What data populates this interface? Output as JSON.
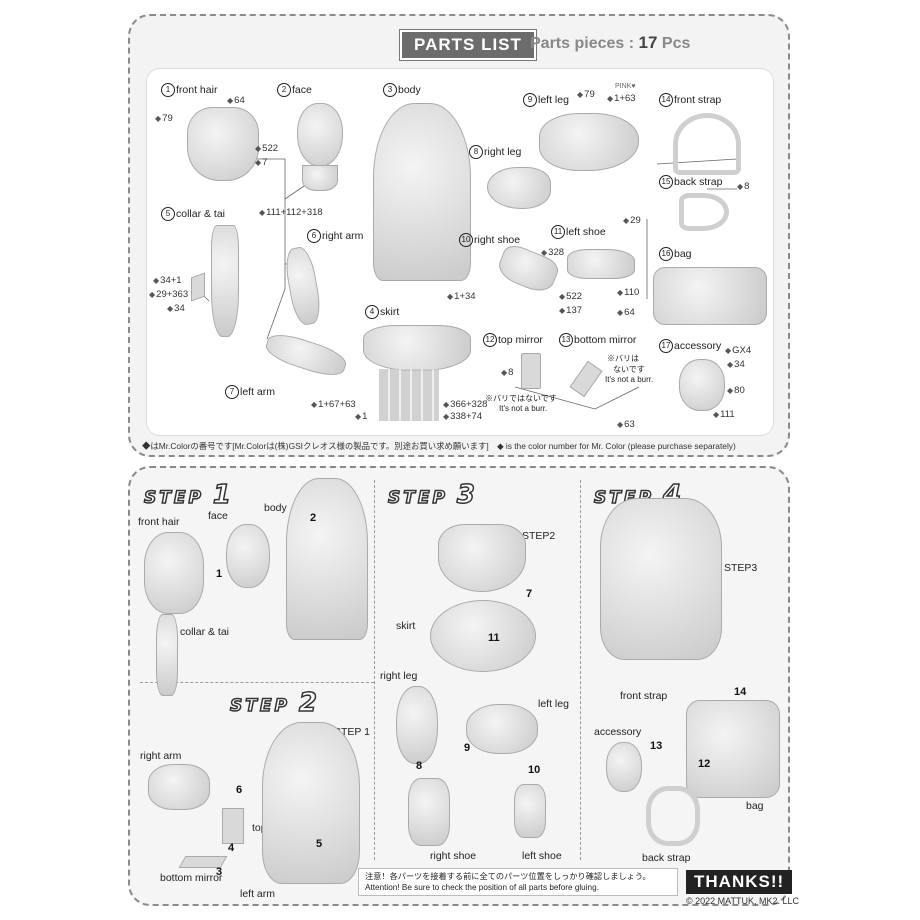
{
  "header": {
    "title": "PARTS LIST",
    "pieces_label": "Parts pieces :",
    "pieces_count": "17",
    "pieces_unit": "Pcs"
  },
  "parts": [
    {
      "no": "1",
      "name": "front hair"
    },
    {
      "no": "2",
      "name": "face"
    },
    {
      "no": "3",
      "name": "body"
    },
    {
      "no": "4",
      "name": "skirt"
    },
    {
      "no": "5",
      "name": "collar & tai"
    },
    {
      "no": "6",
      "name": "right arm"
    },
    {
      "no": "7",
      "name": "left arm"
    },
    {
      "no": "8",
      "name": "right leg"
    },
    {
      "no": "9",
      "name": "left leg"
    },
    {
      "no": "10",
      "name": "right shoe"
    },
    {
      "no": "11",
      "name": "left shoe"
    },
    {
      "no": "12",
      "name": "top mirror"
    },
    {
      "no": "13",
      "name": "bottom mirror"
    },
    {
      "no": "14",
      "name": "front strap"
    },
    {
      "no": "15",
      "name": "back strap"
    },
    {
      "no": "16",
      "name": "bag"
    },
    {
      "no": "17",
      "name": "accessory"
    }
  ],
  "color_codes": {
    "c64a": "64",
    "c79a": "79",
    "c522a": "522",
    "c7": "7",
    "c111_112_318": "111+112+318",
    "c34_1": "34+1",
    "c29_363": "29+363",
    "c34": "34",
    "c1_34": "1+34",
    "c1_67_63": "1+67+63",
    "c1": "1",
    "c366_328": "366+328",
    "c338_74": "338+74",
    "c79b": "79",
    "pink": "PINK♥",
    "c1_63": "1+63",
    "c328": "328",
    "c522b": "522",
    "c137": "137",
    "c8a": "8",
    "c8b": "8",
    "c29": "29",
    "c110": "110",
    "c64b": "64",
    "c63": "63",
    "cgx4": "GX4",
    "c34b": "34",
    "c80": "80",
    "c111": "111"
  },
  "mirror_notes": {
    "jp_top": "※バリではないです",
    "en_top": "It's not a burr.",
    "jp_bottom_1": "※バリは",
    "jp_bottom_2": "ないです",
    "en_bottom": "It's not a burr."
  },
  "footer_note_jp": "◆はMr.Colorの番号です[Mr.Colorは(株)GSIクレオス様の製品です。別途お買い求め願います]",
  "footer_note_en": "◆ is the color number for Mr. Color (please purchase separately)",
  "steps": {
    "s1": {
      "label": "STEP",
      "num": "1",
      "front_hair": "front hair",
      "face": "face",
      "body": "body",
      "collar": "collar & tai",
      "a1": "1",
      "a2": "2"
    },
    "s2": {
      "label": "STEP",
      "num": "2",
      "ref": "STEP 1",
      "right_arm": "right arm",
      "top_mirror": "top mirror",
      "bottom_mirror": "bottom mirror",
      "left_arm": "left arm",
      "a3": "3",
      "a4": "4",
      "a5": "5",
      "a6": "6"
    },
    "s3": {
      "label": "STEP",
      "num": "3",
      "ref": "STEP2",
      "skirt": "skirt",
      "right_leg": "right leg",
      "left_leg": "left leg",
      "right_shoe": "right shoe",
      "left_shoe": "left shoe",
      "a7": "7",
      "a8": "8",
      "a9": "9",
      "a10": "10",
      "a11": "11"
    },
    "s4": {
      "label": "STEP",
      "num": "4",
      "ref": "STEP3",
      "front_strap": "front strap",
      "accessory": "accessory",
      "bag": "bag",
      "back_strap": "back strap",
      "a12": "12",
      "a13": "13",
      "a14": "14"
    }
  },
  "attention": {
    "jp": "注意！各パーツを接着する前に全てのパーツ位置をしっかり確認しましょう。",
    "en": "Attention! Be sure to check the position of all parts before gluing."
  },
  "thanks": "THANKS!!",
  "copyright": "© 2022 MATTUK, MK2. LLC"
}
